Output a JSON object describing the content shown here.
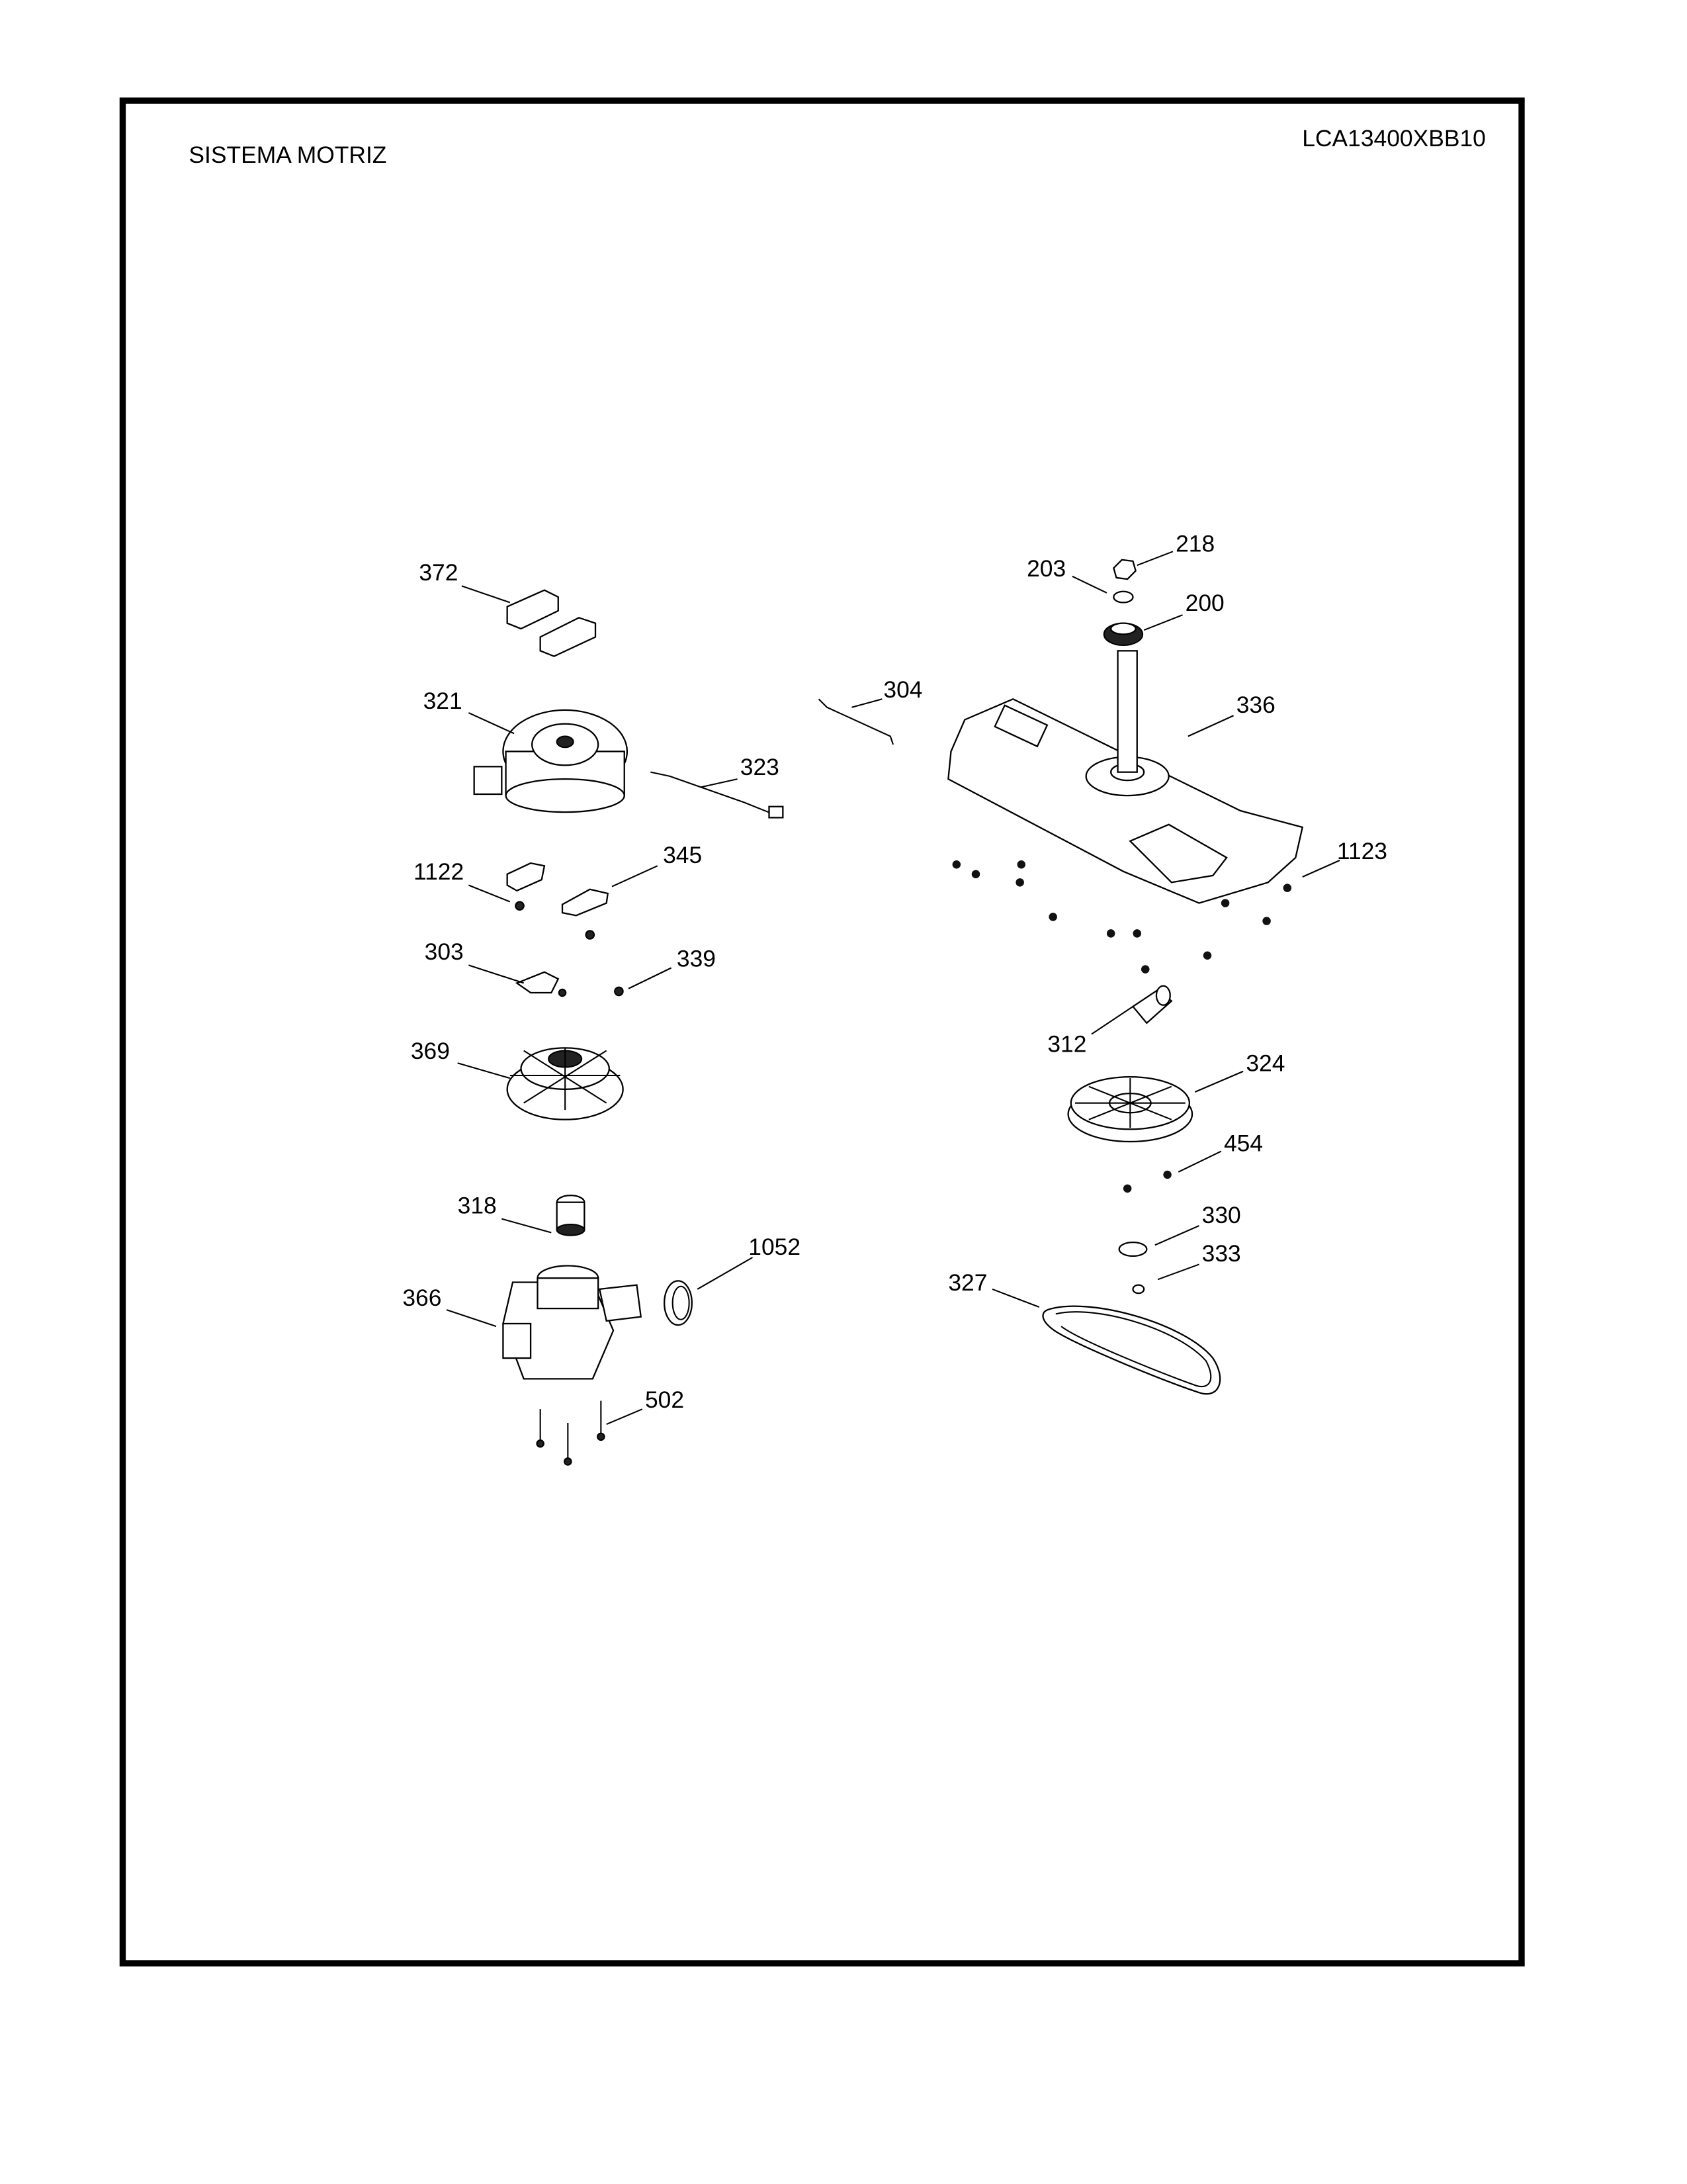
{
  "header": {
    "section_title": "SISTEMA MOTRIZ",
    "model_number": "LCA13400XBB10"
  },
  "callouts": {
    "p372": "372",
    "p321": "321",
    "p1122": "1122",
    "p345": "345",
    "p303": "303",
    "p339": "339",
    "p369": "369",
    "p318": "318",
    "p366": "366",
    "p1052": "1052",
    "p502": "502",
    "p304": "304",
    "p323": "323",
    "p218": "218",
    "p203": "203",
    "p200": "200",
    "p336": "336",
    "p1123": "1123",
    "p312": "312",
    "p324": "324",
    "p454": "454",
    "p330": "330",
    "p333": "333",
    "p327": "327"
  }
}
